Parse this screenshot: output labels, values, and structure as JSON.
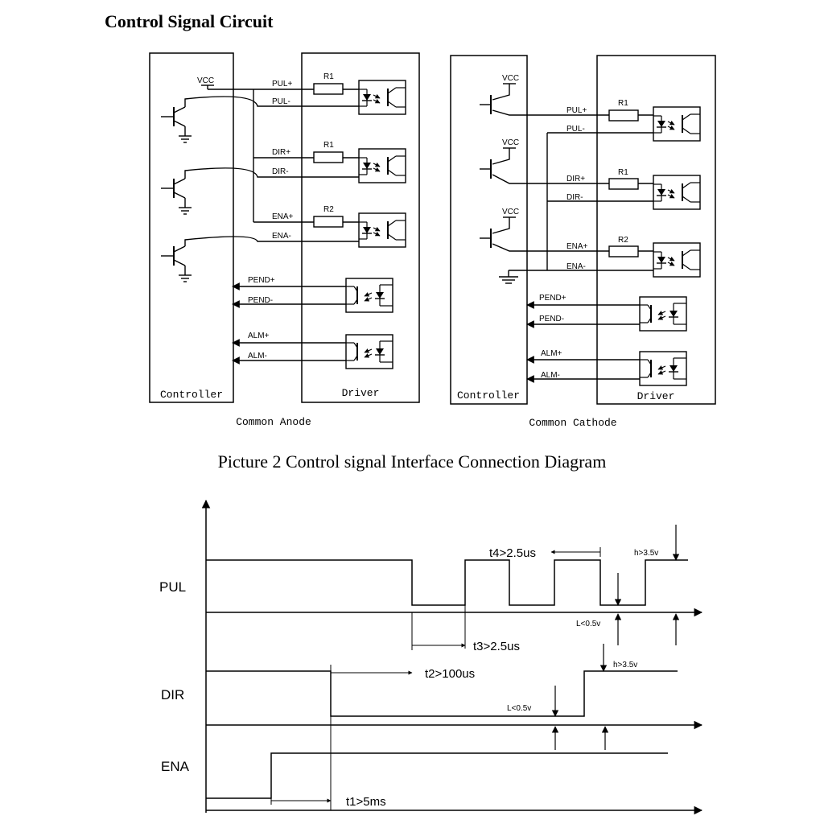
{
  "title": "Control Signal Circuit",
  "caption": "Picture 2 Control signal Interface Connection Diagram",
  "anode": {
    "vcc": "VCC",
    "controller": "Controller",
    "driver": "Driver",
    "mode": "Common Anode",
    "signals": [
      "PUL+",
      "PUL-",
      "DIR+",
      "DIR-",
      "ENA+",
      "ENA-",
      "PEND+",
      "PEND-",
      "ALM+",
      "ALM-"
    ],
    "resistors": [
      "R1",
      "R1",
      "R2"
    ]
  },
  "cathode": {
    "vcc": "VCC",
    "controller": "Controller",
    "driver": "Driver",
    "mode": "Common Cathode",
    "signals": [
      "PUL+",
      "PUL-",
      "DIR+",
      "DIR-",
      "ENA+",
      "ENA-",
      "PEND+",
      "PEND-",
      "ALM+",
      "ALM-"
    ],
    "resistors": [
      "R1",
      "R1",
      "R2"
    ]
  },
  "timing": {
    "signals": [
      "PUL",
      "DIR",
      "ENA"
    ],
    "labels": {
      "t4": "t4>2.5us",
      "t3": "t3>2.5us",
      "t2": "t2>100us",
      "t1": "t1>5ms",
      "pul_high": "h>3.5v",
      "pul_low": "L<0.5v",
      "dir_high": "h>3.5v",
      "dir_low": "L<0.5v"
    }
  }
}
